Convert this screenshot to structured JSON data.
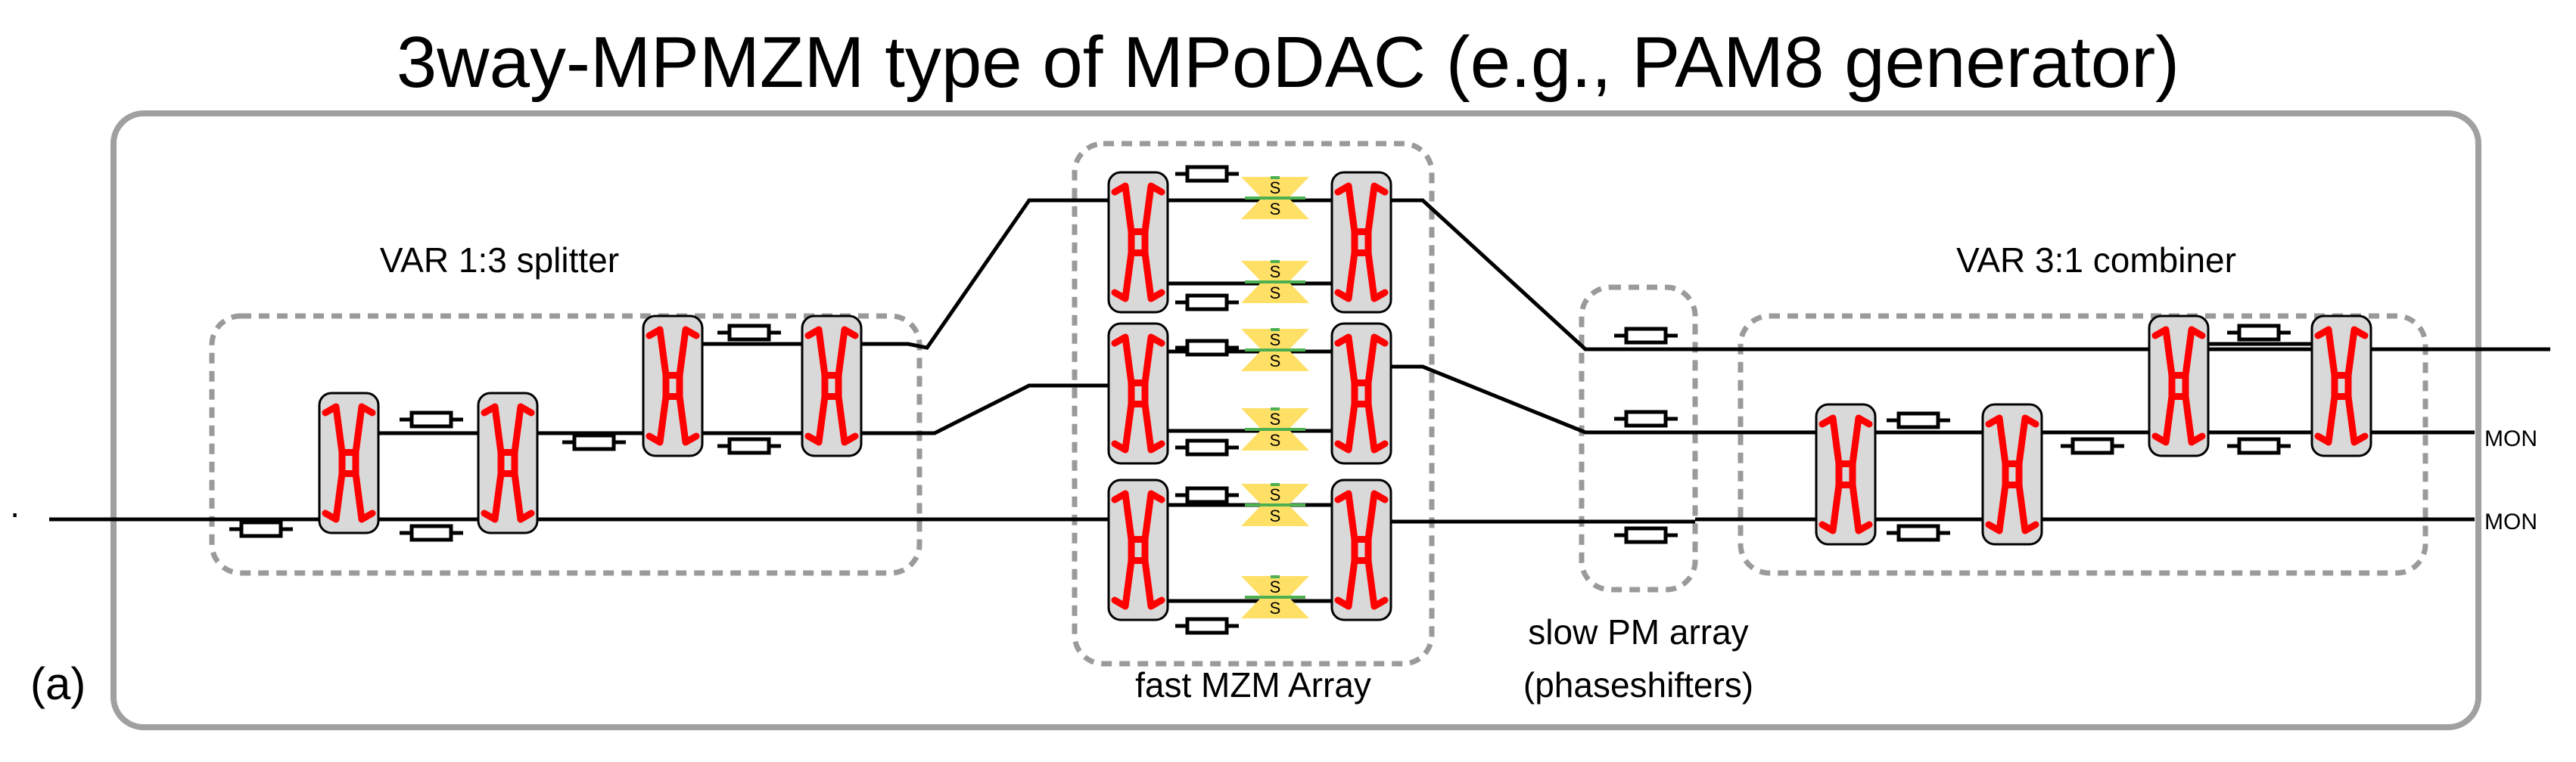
{
  "title": "3way-MPMZM type of MPoDAC (e.g., PAM8 generator)",
  "panel_label": "(a)",
  "blocks": {
    "splitter": "VAR 1:3 splitter",
    "mzm_array": "fast MZM Array",
    "pm_array_line1": "slow PM array",
    "pm_array_line2": "(phaseshifters)",
    "combiner": "VAR 3:1 combiner"
  },
  "outputs": {
    "mon1": "MON",
    "mon2": "MON"
  },
  "input_marker": "·",
  "electrode_label": "S"
}
